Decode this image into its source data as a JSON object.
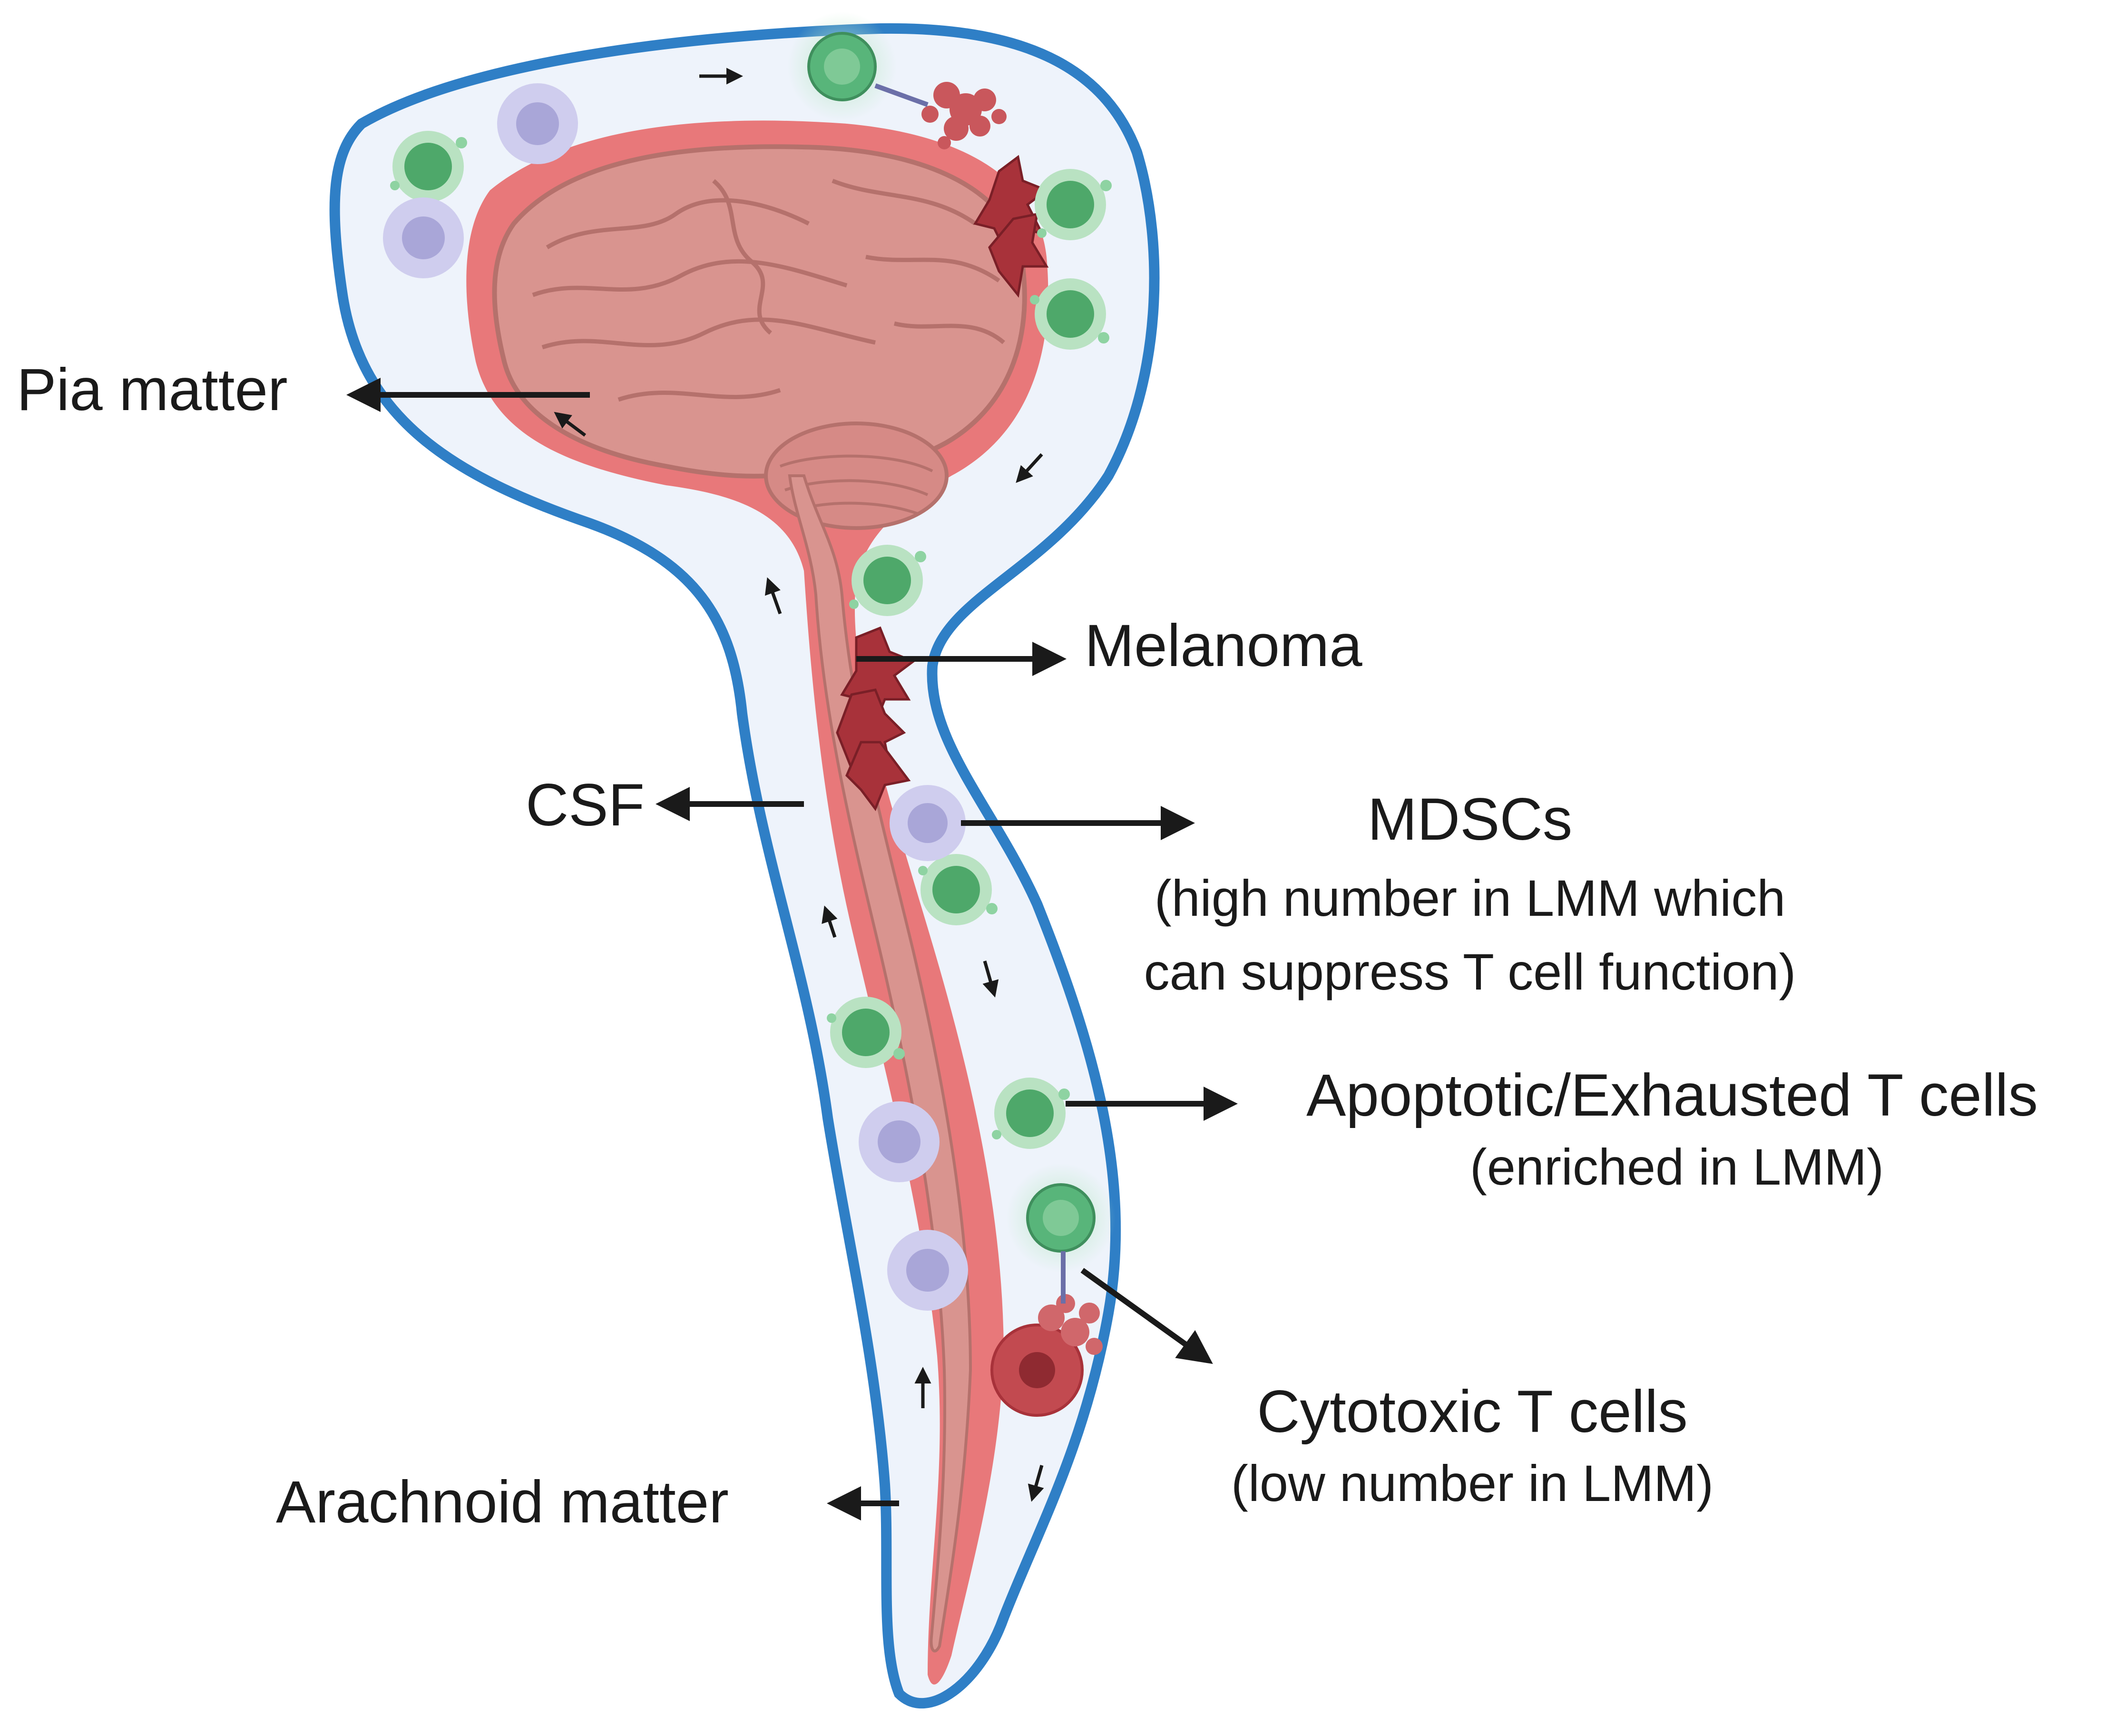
{
  "labels": {
    "pia_matter": "Pia matter",
    "melanoma": "Melanoma",
    "csf": "CSF",
    "mdscs": "MDSCs",
    "mdscs_note_line1": "(high number in LMM which",
    "mdscs_note_line2": "can suppress T cell function)",
    "apoptotic": "Apoptotic/Exhausted T cells",
    "apoptotic_note": "(enriched in LMM)",
    "cytotoxic": "Cytotoxic T cells",
    "cytotoxic_note": "(low number in LMM)",
    "arachnoid_matter": "Arachnoid matter"
  },
  "colors": {
    "arachnoid_outline": "#2f7fc6",
    "csf_fill": "#eef3fb",
    "pia_layer": "#e8787a",
    "brain": "#d9948f",
    "brain_fold": "#b5716c",
    "melanoma": "#a8323a",
    "exhausted_t_cell": "#4ea86a",
    "exhausted_t_cell_halo": "#b9e2c2",
    "mdsc": "#a9a6d8",
    "cytotoxic_t_cell": "#58b57a",
    "arrows": "#1a1a1a"
  }
}
